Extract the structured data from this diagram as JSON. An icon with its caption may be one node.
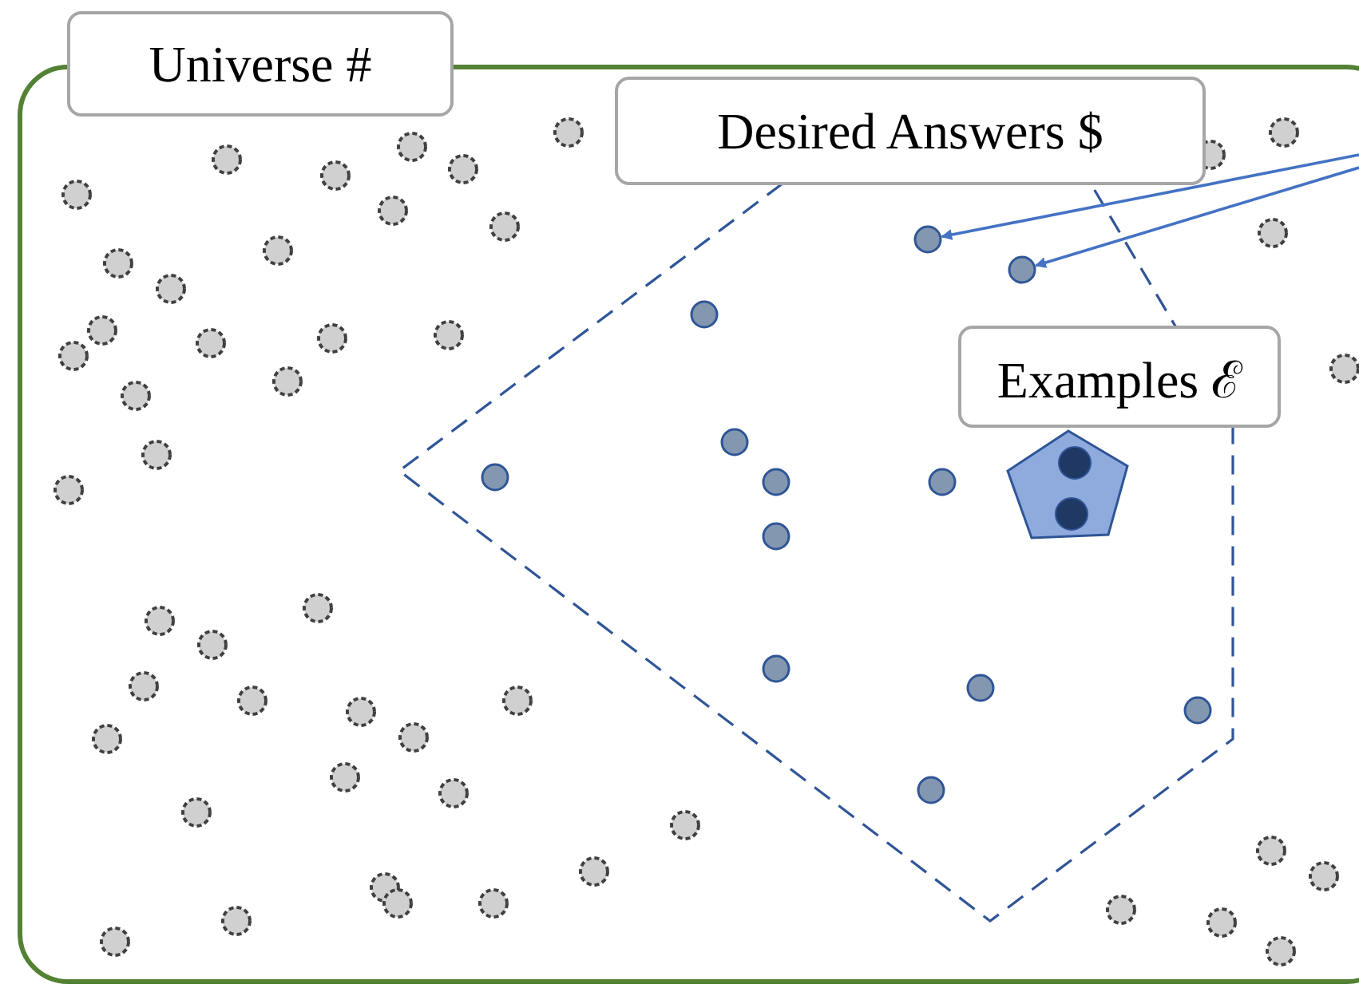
{
  "diagram": {
    "nodes": [
      {
        "text": [
          "Universe #"
        ]
      },
      {
        "text": [
          "Desired Answers $"
        ],
        "in": 0
      },
      {
        "text": [
          "Examples ℰ"
        ],
        "in": 1
      },
      {
        "text": [],
        "shape": "circle",
        "in": 1
      },
      {
        "text": [],
        "shape": "circle",
        "in": 1
      },
      {
        "text": [],
        "shape": "circle",
        "in": 1
      },
      {
        "text": [],
        "shape": "circle",
        "in": 1
      },
      {
        "text": [],
        "shape": "circle",
        "in": 1
      },
      {
        "text": [],
        "shape": "circle",
        "in": 1
      },
      {
        "text": [],
        "shape": "circle",
        "in": 1
      },
      {
        "text": [],
        "shape": "circle",
        "in": 1
      },
      {
        "text": [],
        "shape": "circle",
        "in": 1
      },
      {
        "text": [],
        "shape": "circle",
        "in": 1
      },
      {
        "text": [],
        "shape": "circle",
        "in": 1
      },
      {
        "text": [],
        "shape": "circle",
        "in": 1
      }
    ],
    "edges": [
      {
        "from": null,
        "to": 3,
        "arrow": "to"
      },
      {
        "from": null,
        "to": 4,
        "arrow": "to"
      }
    ]
  }
}
